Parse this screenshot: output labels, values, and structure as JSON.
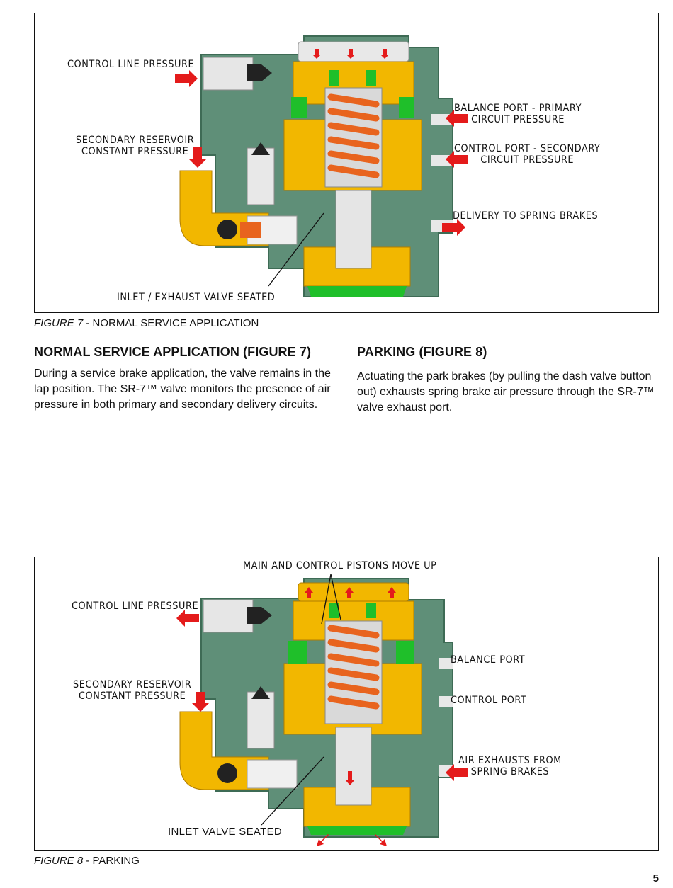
{
  "figure7": {
    "callouts": {
      "control_line": "CONTROL  LINE  PRESSURE",
      "secondary_line1": "SECONDARY  RESERVOIR",
      "secondary_line2": "CONSTANT  PRESSURE",
      "balance_line1": "BALANCE  PORT  -  PRIMARY",
      "balance_line2": "CIRCUIT  PRESSURE",
      "control_port_line1": "CONTROL  PORT  -  SECONDARY",
      "control_port_line2": "CIRCUIT  PRESSURE",
      "delivery": "DELIVERY  TO  SPRING  BRAKES",
      "inlet": "INLET  /  EXHAUST  VALVE  SEATED"
    },
    "caption_label": "FIGURE 7",
    "caption_text": " - NORMAL SERVICE APPLICATION"
  },
  "section_normal": {
    "heading": "NORMAL SERVICE APPLICATION (FIGURE 7)",
    "body": "During a service brake application, the valve remains in the lap position.  The SR-7™ valve monitors the presence of air pressure in both primary and secondary delivery circuits."
  },
  "section_parking": {
    "heading": "PARKING (FIGURE 8)",
    "body": "Actuating the park brakes (by pulling the dash valve button out) exhausts spring brake air pressure through the SR-7™ valve exhaust port."
  },
  "figure8": {
    "callouts": {
      "pistons": "MAIN  AND  CONTROL  PISTONS  MOVE  UP",
      "control_line": "CONTROL  LINE  PRESSURE",
      "secondary_line1": "SECONDARY  RESERVOIR",
      "secondary_line2": "CONSTANT  PRESSURE",
      "balance": "BALANCE  PORT",
      "control_port": "CONTROL PORT",
      "exhaust_line1": "AIR  EXHAUSTS  FROM",
      "exhaust_line2": "SPRING  BRAKES",
      "inlet": "INLET VALVE  SEATED"
    },
    "caption_label": "FIGURE  8",
    "caption_text": " - PARKING"
  },
  "page_number": "5",
  "colors": {
    "housing": "#5f8f78",
    "brass": "#f2b700",
    "spring": "#e8641e",
    "seal": "#1fbf2a",
    "arrow": "#e41b1b",
    "metal": "#d9d9d9"
  }
}
